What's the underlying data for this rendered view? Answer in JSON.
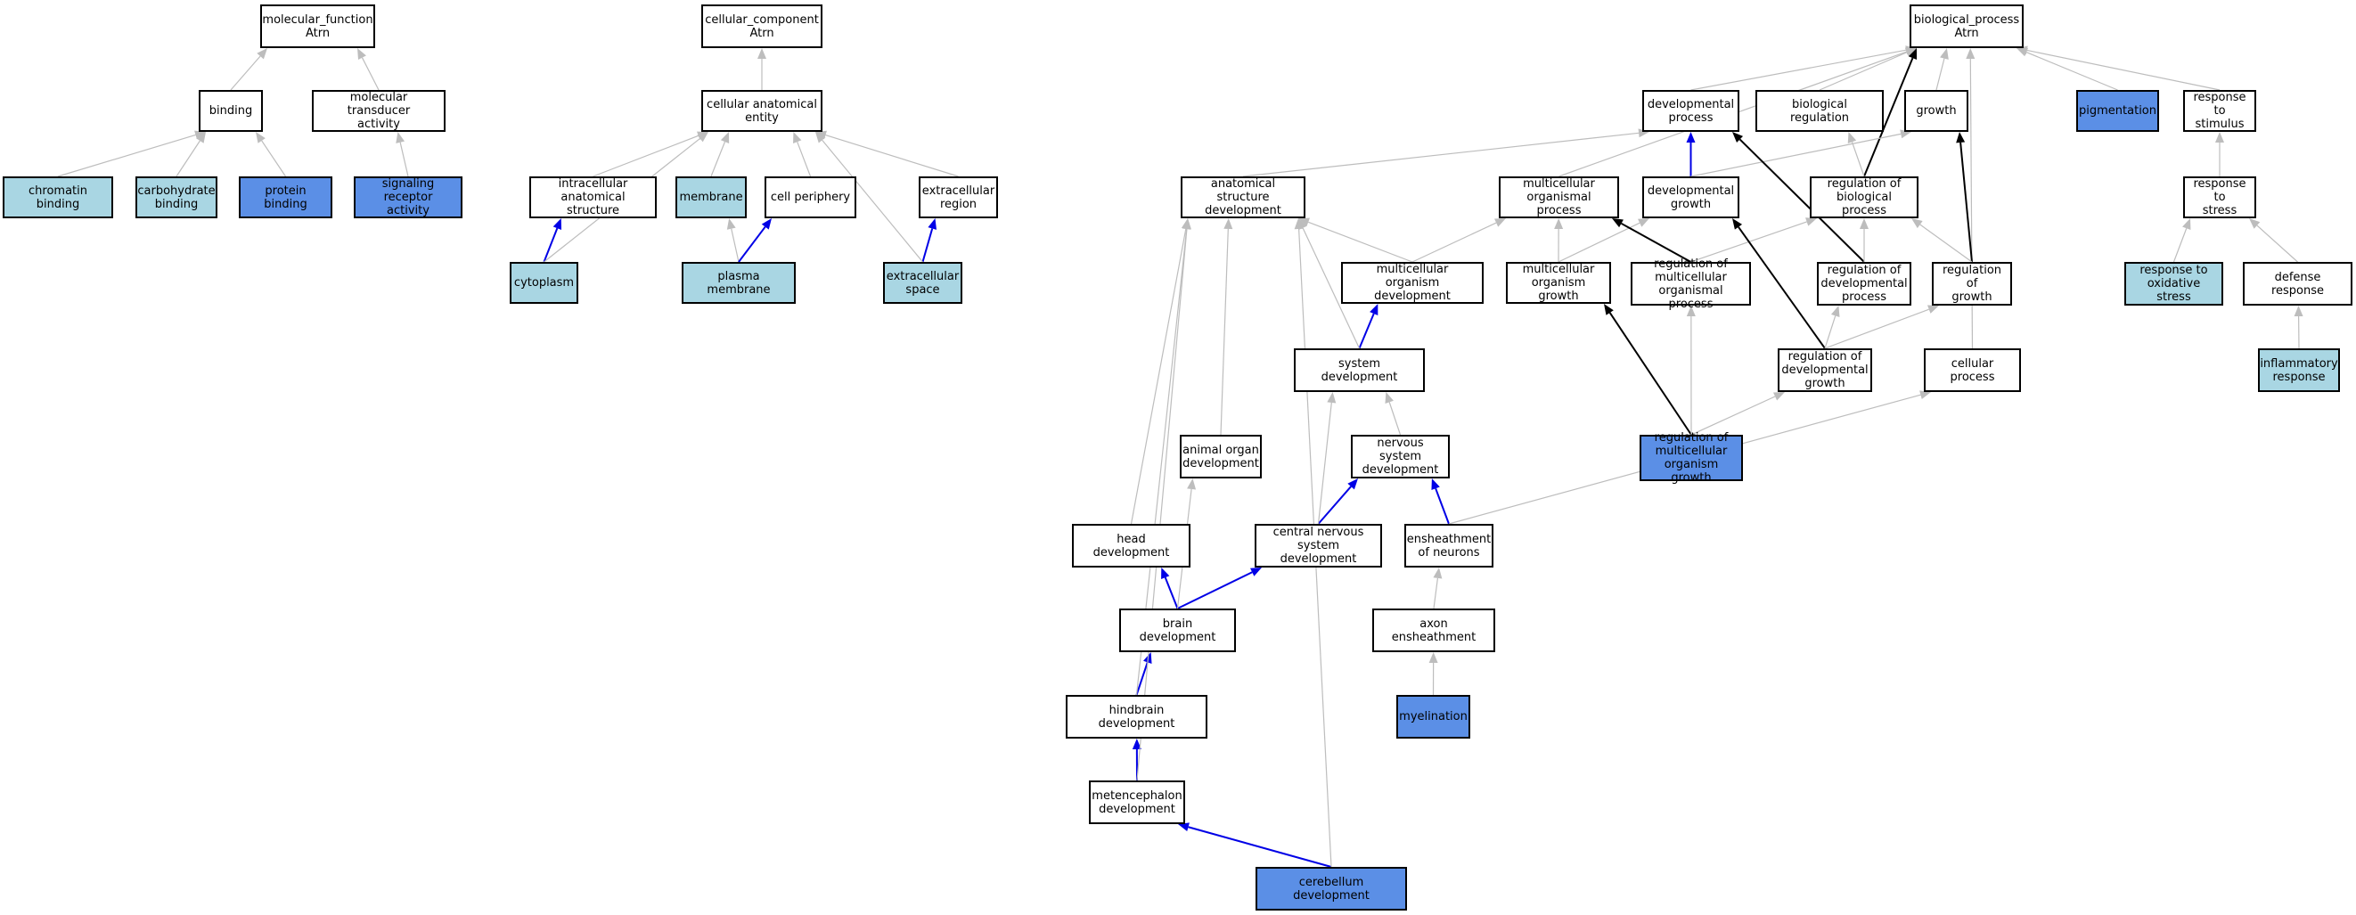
{
  "colors": {
    "white": "#ffffff",
    "light": "#a9d6e3",
    "blue": "#5b8fe6",
    "edge_gray": "#bdbdbd",
    "edge_blue": "#0000e6",
    "edge_black": "#000000"
  },
  "nodes": {
    "mf_root": {
      "label": "molecular_function\nAtrn",
      "fill": "white"
    },
    "binding": {
      "label": "binding",
      "fill": "white"
    },
    "mol_transducer": {
      "label": "molecular transducer\nactivity",
      "fill": "white"
    },
    "chromatin_binding": {
      "label": "chromatin binding",
      "fill": "light"
    },
    "carbohydrate_binding": {
      "label": "carbohydrate\nbinding",
      "fill": "light"
    },
    "protein_binding": {
      "label": "protein binding",
      "fill": "blue"
    },
    "signaling_receptor": {
      "label": "signaling receptor\nactivity",
      "fill": "blue"
    },
    "cc_root": {
      "label": "cellular_component\nAtrn",
      "fill": "white"
    },
    "cell_anat_entity": {
      "label": "cellular anatomical\nentity",
      "fill": "white"
    },
    "intracellular": {
      "label": "intracellular\nanatomical structure",
      "fill": "white"
    },
    "membrane": {
      "label": "membrane",
      "fill": "light"
    },
    "cell_periphery": {
      "label": "cell periphery",
      "fill": "white"
    },
    "extracellular_region": {
      "label": "extracellular\nregion",
      "fill": "white"
    },
    "cytoplasm": {
      "label": "cytoplasm",
      "fill": "light"
    },
    "plasma_membrane": {
      "label": "plasma membrane",
      "fill": "light"
    },
    "extracellular_space": {
      "label": "extracellular\nspace",
      "fill": "light"
    },
    "bp_root": {
      "label": "biological_process\nAtrn",
      "fill": "white"
    },
    "dev_process": {
      "label": "developmental\nprocess",
      "fill": "white"
    },
    "bio_regulation": {
      "label": "biological regulation",
      "fill": "white"
    },
    "growth": {
      "label": "growth",
      "fill": "white"
    },
    "pigmentation": {
      "label": "pigmentation",
      "fill": "blue"
    },
    "response_stimulus": {
      "label": "response to\nstimulus",
      "fill": "white"
    },
    "anat_struct_dev": {
      "label": "anatomical structure\ndevelopment",
      "fill": "white"
    },
    "multicell_org_process": {
      "label": "multicellular\norganismal process",
      "fill": "white"
    },
    "dev_growth": {
      "label": "developmental\ngrowth",
      "fill": "white"
    },
    "reg_bio_process": {
      "label": "regulation of\nbiological process",
      "fill": "white"
    },
    "response_stress": {
      "label": "response to\nstress",
      "fill": "white"
    },
    "multicell_org_dev": {
      "label": "multicellular\norganism development",
      "fill": "white"
    },
    "multicell_org_growth": {
      "label": "multicellular\norganism growth",
      "fill": "white"
    },
    "reg_multicell_org_process": {
      "label": "regulation of\nmulticellular\norganismal process",
      "fill": "white"
    },
    "reg_dev_process": {
      "label": "regulation of\ndevelopmental\nprocess",
      "fill": "white"
    },
    "reg_growth": {
      "label": "regulation of\ngrowth",
      "fill": "white"
    },
    "response_oxidative": {
      "label": "response to\noxidative stress",
      "fill": "light"
    },
    "defense_response": {
      "label": "defense response",
      "fill": "white"
    },
    "system_dev": {
      "label": "system development",
      "fill": "white"
    },
    "reg_dev_growth": {
      "label": "regulation of\ndevelopmental\ngrowth",
      "fill": "white"
    },
    "cellular_process": {
      "label": "cellular process",
      "fill": "white"
    },
    "inflammatory": {
      "label": "inflammatory\nresponse",
      "fill": "light"
    },
    "animal_organ_dev": {
      "label": "animal organ\ndevelopment",
      "fill": "white"
    },
    "nervous_system_dev": {
      "label": "nervous system\ndevelopment",
      "fill": "white"
    },
    "reg_multicell_org_growth": {
      "label": "regulation of\nmulticellular\norganism growth",
      "fill": "blue"
    },
    "head_dev": {
      "label": "head development",
      "fill": "white"
    },
    "cns_dev": {
      "label": "central nervous\nsystem development",
      "fill": "white"
    },
    "ensheathment": {
      "label": "ensheathment\nof neurons",
      "fill": "white"
    },
    "brain_dev": {
      "label": "brain development",
      "fill": "white"
    },
    "axon_ensheathment": {
      "label": "axon ensheathment",
      "fill": "white"
    },
    "hindbrain_dev": {
      "label": "hindbrain development",
      "fill": "white"
    },
    "myelination": {
      "label": "myelination",
      "fill": "blue"
    },
    "metencephalon_dev": {
      "label": "metencephalon\ndevelopment",
      "fill": "white"
    },
    "cerebellum_dev": {
      "label": "cerebellum development",
      "fill": "blue"
    }
  },
  "edges": [
    {
      "from": "binding",
      "to": "mf_root",
      "kind": "gray"
    },
    {
      "from": "mol_transducer",
      "to": "mf_root",
      "kind": "gray"
    },
    {
      "from": "chromatin_binding",
      "to": "binding",
      "kind": "gray"
    },
    {
      "from": "carbohydrate_binding",
      "to": "binding",
      "kind": "gray"
    },
    {
      "from": "protein_binding",
      "to": "binding",
      "kind": "gray"
    },
    {
      "from": "signaling_receptor",
      "to": "mol_transducer",
      "kind": "gray"
    },
    {
      "from": "cell_anat_entity",
      "to": "cc_root",
      "kind": "gray"
    },
    {
      "from": "intracellular",
      "to": "cell_anat_entity",
      "kind": "gray"
    },
    {
      "from": "membrane",
      "to": "cell_anat_entity",
      "kind": "gray"
    },
    {
      "from": "cell_periphery",
      "to": "cell_anat_entity",
      "kind": "gray"
    },
    {
      "from": "extracellular_region",
      "to": "cell_anat_entity",
      "kind": "gray"
    },
    {
      "from": "cytoplasm",
      "to": "intracellular",
      "kind": "blue"
    },
    {
      "from": "cytoplasm",
      "to": "cell_anat_entity",
      "kind": "gray"
    },
    {
      "from": "plasma_membrane",
      "to": "membrane",
      "kind": "gray"
    },
    {
      "from": "plasma_membrane",
      "to": "cell_periphery",
      "kind": "blue"
    },
    {
      "from": "extracellular_space",
      "to": "extracellular_region",
      "kind": "blue"
    },
    {
      "from": "extracellular_space",
      "to": "cell_anat_entity",
      "kind": "gray"
    },
    {
      "from": "dev_process",
      "to": "bp_root",
      "kind": "gray"
    },
    {
      "from": "bio_regulation",
      "to": "bp_root",
      "kind": "gray"
    },
    {
      "from": "growth",
      "to": "bp_root",
      "kind": "gray"
    },
    {
      "from": "pigmentation",
      "to": "bp_root",
      "kind": "gray"
    },
    {
      "from": "response_stimulus",
      "to": "bp_root",
      "kind": "gray"
    },
    {
      "from": "multicell_org_process",
      "to": "bp_root",
      "kind": "gray"
    },
    {
      "from": "reg_bio_process",
      "to": "bp_root",
      "kind": "black"
    },
    {
      "from": "cellular_process",
      "to": "bp_root",
      "kind": "gray"
    },
    {
      "from": "anat_struct_dev",
      "to": "dev_process",
      "kind": "gray"
    },
    {
      "from": "dev_growth",
      "to": "dev_process",
      "kind": "blue"
    },
    {
      "from": "dev_growth",
      "to": "growth",
      "kind": "gray"
    },
    {
      "from": "reg_bio_process",
      "to": "bio_regulation",
      "kind": "gray"
    },
    {
      "from": "response_stress",
      "to": "response_stimulus",
      "kind": "gray"
    },
    {
      "from": "multicell_org_dev",
      "to": "anat_struct_dev",
      "kind": "gray"
    },
    {
      "from": "multicell_org_dev",
      "to": "multicell_org_process",
      "kind": "gray"
    },
    {
      "from": "multicell_org_growth",
      "to": "multicell_org_process",
      "kind": "gray"
    },
    {
      "from": "multicell_org_growth",
      "to": "dev_growth",
      "kind": "gray"
    },
    {
      "from": "reg_multicell_org_process",
      "to": "multicell_org_process",
      "kind": "black"
    },
    {
      "from": "reg_multicell_org_process",
      "to": "reg_bio_process",
      "kind": "gray"
    },
    {
      "from": "reg_dev_process",
      "to": "dev_process",
      "kind": "black"
    },
    {
      "from": "reg_dev_process",
      "to": "reg_bio_process",
      "kind": "gray"
    },
    {
      "from": "reg_growth",
      "to": "growth",
      "kind": "black"
    },
    {
      "from": "reg_growth",
      "to": "reg_bio_process",
      "kind": "gray"
    },
    {
      "from": "response_oxidative",
      "to": "response_stress",
      "kind": "gray"
    },
    {
      "from": "defense_response",
      "to": "response_stress",
      "kind": "gray"
    },
    {
      "from": "inflammatory",
      "to": "defense_response",
      "kind": "gray"
    },
    {
      "from": "system_dev",
      "to": "multicell_org_dev",
      "kind": "blue"
    },
    {
      "from": "system_dev",
      "to": "anat_struct_dev",
      "kind": "gray"
    },
    {
      "from": "reg_dev_growth",
      "to": "dev_growth",
      "kind": "black"
    },
    {
      "from": "reg_dev_growth",
      "to": "reg_dev_process",
      "kind": "gray"
    },
    {
      "from": "reg_dev_growth",
      "to": "reg_growth",
      "kind": "gray"
    },
    {
      "from": "reg_multicell_org_growth",
      "to": "multicell_org_growth",
      "kind": "black"
    },
    {
      "from": "reg_multicell_org_growth",
      "to": "reg_multicell_org_process",
      "kind": "gray"
    },
    {
      "from": "reg_multicell_org_growth",
      "to": "reg_dev_growth",
      "kind": "gray"
    },
    {
      "from": "animal_organ_dev",
      "to": "anat_struct_dev",
      "kind": "gray"
    },
    {
      "from": "nervous_system_dev",
      "to": "system_dev",
      "kind": "gray"
    },
    {
      "from": "head_dev",
      "to": "anat_struct_dev",
      "kind": "gray"
    },
    {
      "from": "cns_dev",
      "to": "nervous_system_dev",
      "kind": "blue"
    },
    {
      "from": "cns_dev",
      "to": "system_dev",
      "kind": "gray"
    },
    {
      "from": "ensheathment",
      "to": "nervous_system_dev",
      "kind": "blue"
    },
    {
      "from": "ensheathment",
      "to": "cellular_process",
      "kind": "gray"
    },
    {
      "from": "brain_dev",
      "to": "head_dev",
      "kind": "blue"
    },
    {
      "from": "brain_dev",
      "to": "cns_dev",
      "kind": "blue"
    },
    {
      "from": "brain_dev",
      "to": "animal_organ_dev",
      "kind": "gray"
    },
    {
      "from": "axon_ensheathment",
      "to": "ensheathment",
      "kind": "gray"
    },
    {
      "from": "hindbrain_dev",
      "to": "brain_dev",
      "kind": "blue"
    },
    {
      "from": "hindbrain_dev",
      "to": "anat_struct_dev",
      "kind": "gray"
    },
    {
      "from": "myelination",
      "to": "axon_ensheathment",
      "kind": "gray"
    },
    {
      "from": "metencephalon_dev",
      "to": "hindbrain_dev",
      "kind": "blue"
    },
    {
      "from": "metencephalon_dev",
      "to": "anat_struct_dev",
      "kind": "gray"
    },
    {
      "from": "cerebellum_dev",
      "to": "metencephalon_dev",
      "kind": "blue"
    },
    {
      "from": "cerebellum_dev",
      "to": "anat_struct_dev",
      "kind": "gray"
    }
  ]
}
